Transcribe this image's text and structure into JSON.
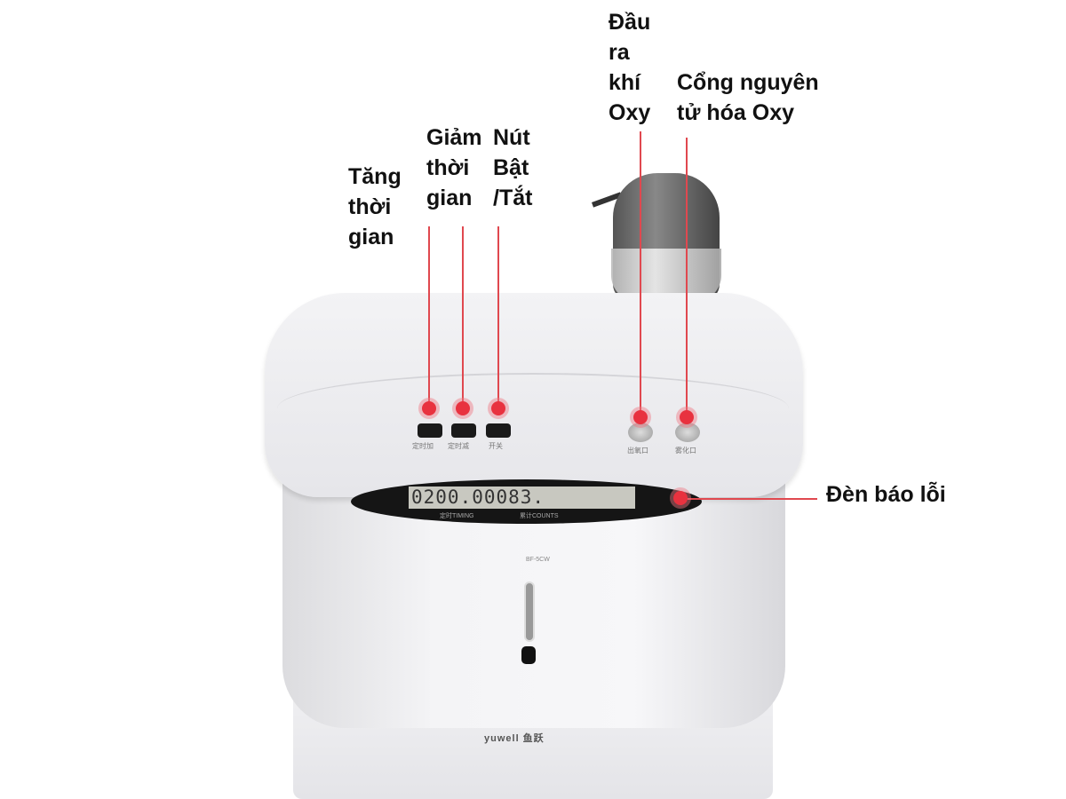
{
  "annotations": {
    "increase_time": "Tăng\nthời\ngian",
    "decrease_time": "Giảm\nthời\ngian",
    "power_button": "Nút\nBật\n/Tắt",
    "oxygen_outlet": "Đầu\nra\nkhí\nOxy",
    "nebulizer_port": "Cổng nguyên\ntử hóa Oxy",
    "error_light": "Đèn báo lỗi"
  },
  "device": {
    "button_labels": [
      "定时加",
      "定时减",
      "开关"
    ],
    "port_labels": [
      "出氧口",
      "雾化口"
    ],
    "display_value": "0200.00083.",
    "display_timing_label": "定时TIMING",
    "display_counts_label": "累计COUNTS",
    "model": "BF-5CW",
    "brand": "yuwell 鱼跃"
  },
  "colors": {
    "annotation": "#e0484f",
    "marker": "#e8323f"
  }
}
